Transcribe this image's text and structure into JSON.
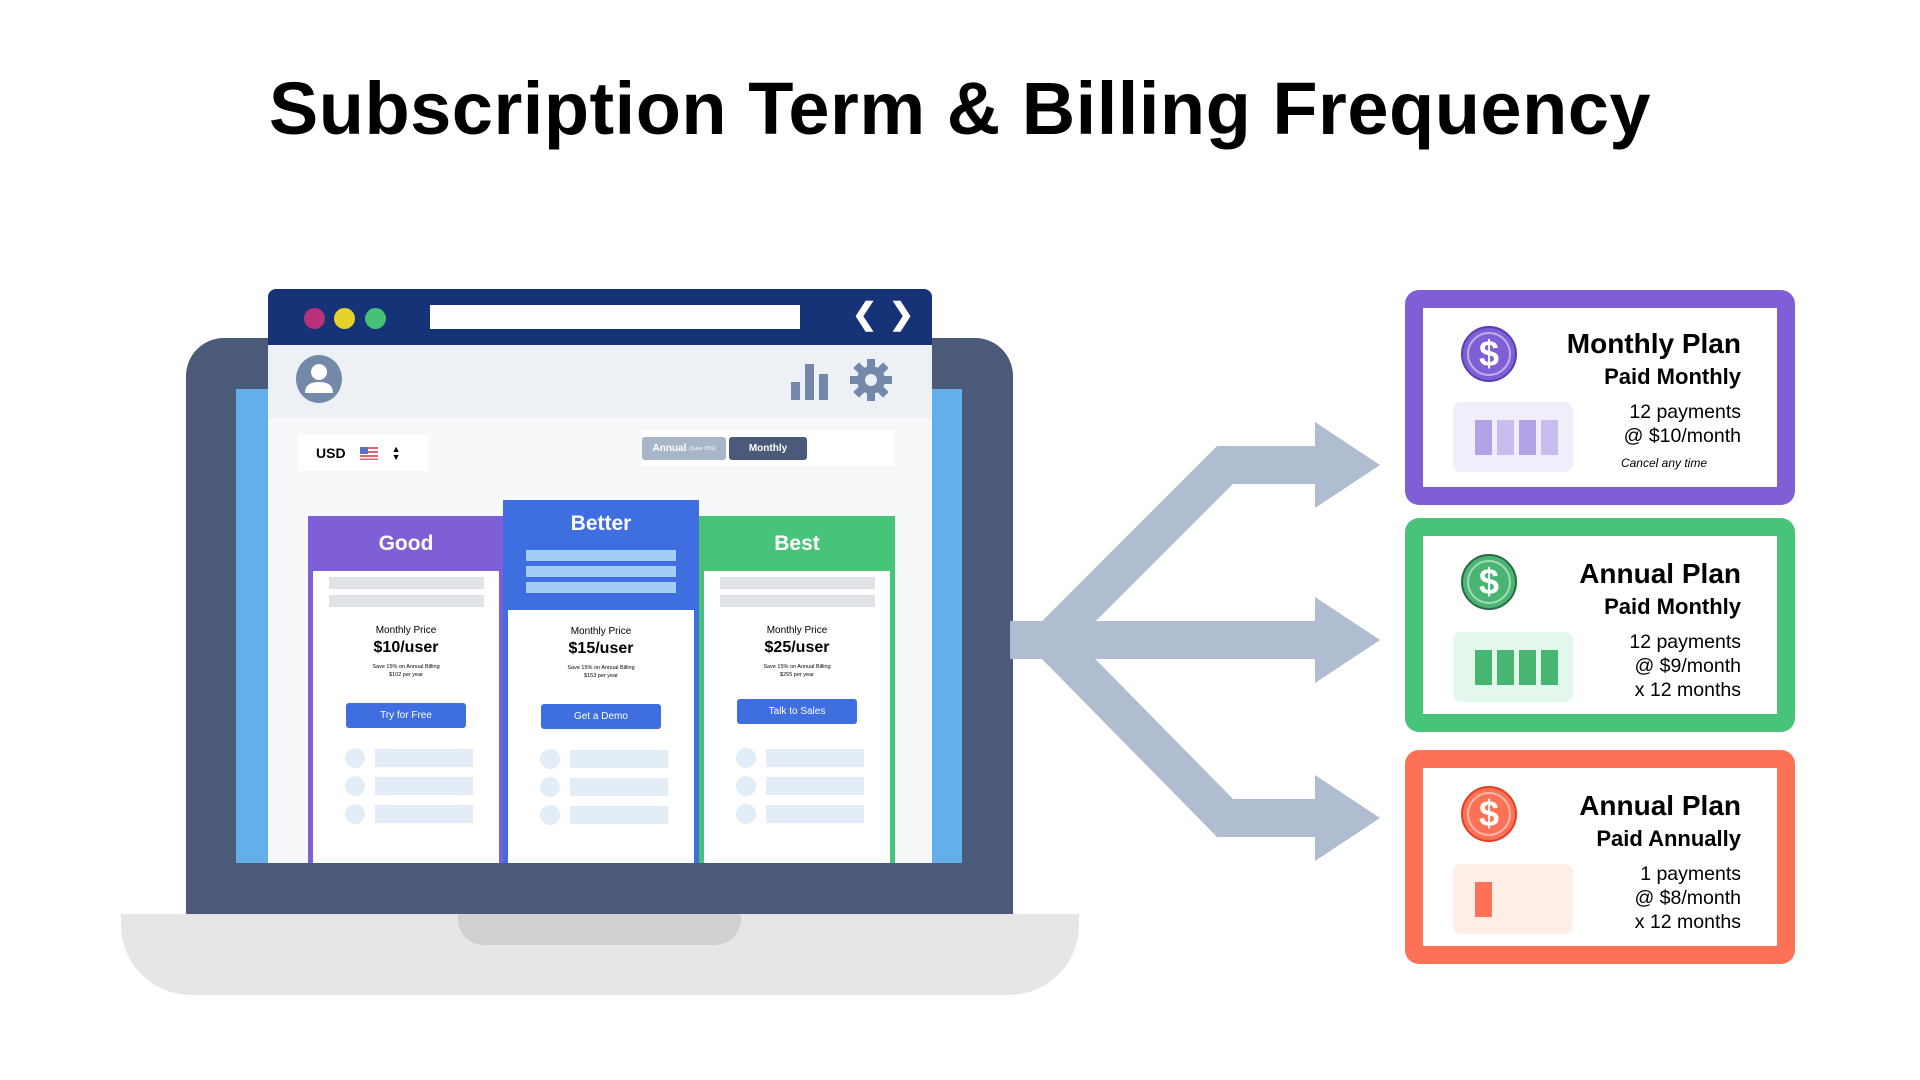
{
  "title": "Subscription Term & Billing Frequency",
  "browser": {
    "currency": "USD",
    "currency_flag": "us-flag-icon",
    "toggle": {
      "annual": "Annual",
      "annual_note": "(Save 15%)",
      "monthly": "Monthly",
      "selected": "Monthly"
    },
    "tiers": [
      {
        "name": "Good",
        "color": "#7f5fd6",
        "price_label": "Monthly Price",
        "price": "$10/user",
        "save": "Save 15% on Annual Billing",
        "yearly": "$102 per year",
        "cta": "Try for Free"
      },
      {
        "name": "Better",
        "color": "#3e6ee0",
        "price_label": "Monthly Price",
        "price": "$15/user",
        "save": "Save 15% on Annual Billing",
        "yearly": "$153 per year",
        "cta": "Get a Demo"
      },
      {
        "name": "Best",
        "color": "#48c47a",
        "price_label": "Monthly Price",
        "price": "$25/user",
        "save": "Save 15% on Annual Billing",
        "yearly": "$255 per year",
        "cta": "Talk to Sales"
      }
    ]
  },
  "plans": [
    {
      "title": "Monthly Plan",
      "subtitle": "Paid Monthly",
      "line1": "12 payments",
      "line2": "@ $10/month",
      "note": "Cancel any time",
      "color": "#7f5fd6",
      "payments_shown": 4
    },
    {
      "title": "Annual Plan",
      "subtitle": "Paid Monthly",
      "line1": "12 payments",
      "line2": "@ $9/month",
      "line3": "x 12 months",
      "color": "#48c47a",
      "payments_shown": 4
    },
    {
      "title": "Annual Plan",
      "subtitle": "Paid Annually",
      "line1": "1 payments",
      "line2": "@ $8/month",
      "line3": "x 12 months",
      "color": "#fd7257",
      "payments_shown": 1
    }
  ]
}
